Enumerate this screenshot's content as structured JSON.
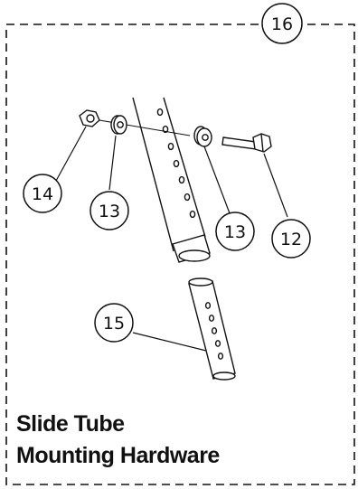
{
  "diagram": {
    "box_number": "16",
    "callouts": {
      "washer_left": "13",
      "nut": "14",
      "washer_right": "13",
      "bolt": "12",
      "slide_tube": "15"
    }
  },
  "caption": {
    "line1": "Slide Tube",
    "line2": "Mounting Hardware"
  }
}
